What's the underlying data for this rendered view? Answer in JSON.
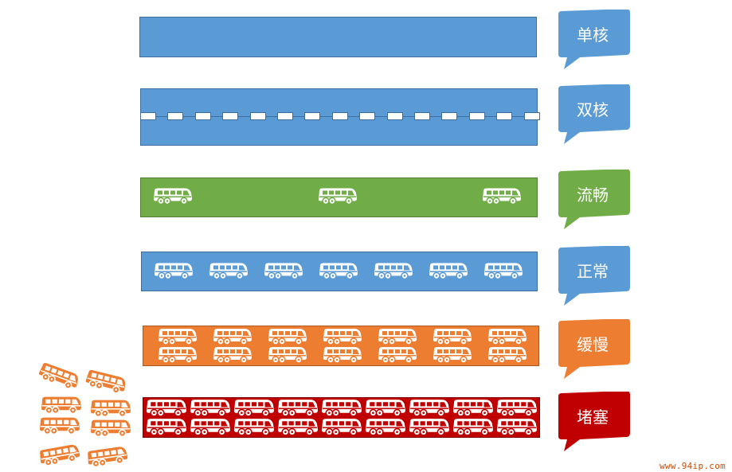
{
  "labels": {
    "single_core": "单核",
    "dual_core": "双核",
    "smooth": "流畅",
    "normal": "正常",
    "slow": "缓慢",
    "congested": "堵塞"
  },
  "colors": {
    "blue": "#5b9bd5",
    "green": "#70ad47",
    "orange": "#ed7d31",
    "red": "#c00000"
  },
  "icons": {
    "bus": "bus-icon",
    "bubble": "speech-bubble"
  },
  "watermark": "www.94ip.com"
}
